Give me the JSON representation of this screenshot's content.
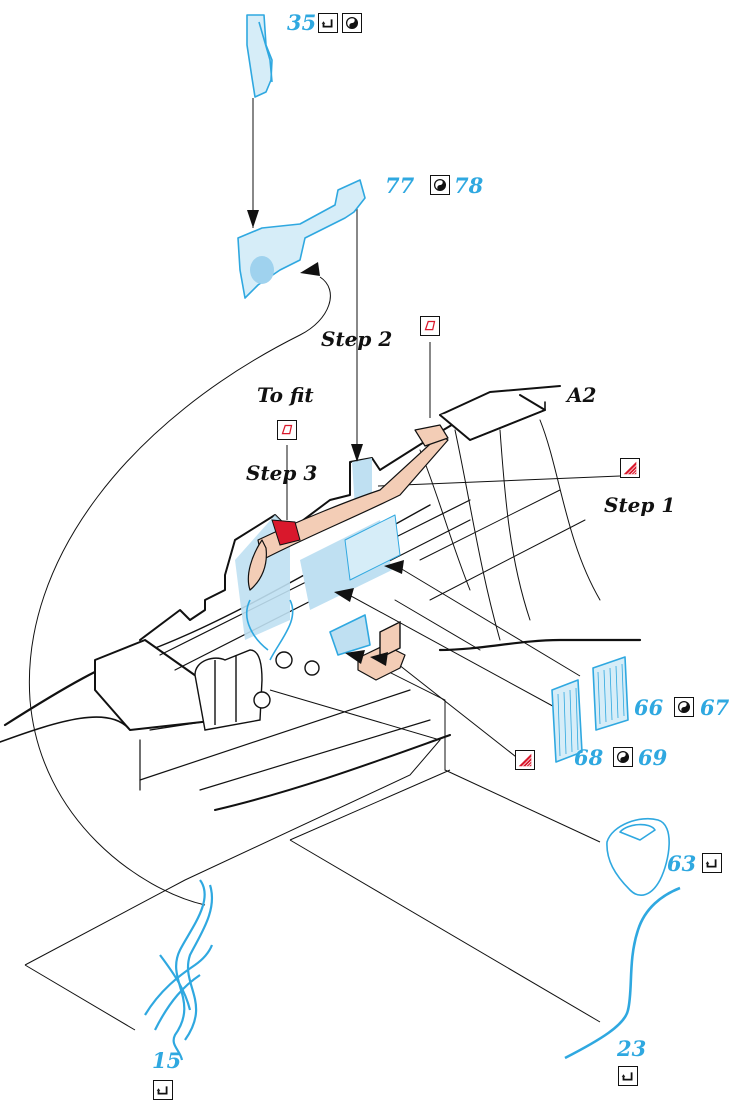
{
  "parts": {
    "p35": "35",
    "p77": "77",
    "p78": "78",
    "p66": "66",
    "p67": "67",
    "p68": "68",
    "p69": "69",
    "p63": "63",
    "p15": "15",
    "p23": "23"
  },
  "labels": {
    "step1": "Step 1",
    "step2": "Step 2",
    "step3": "Step 3",
    "to_fit": "To fit",
    "a2": "A2"
  },
  "icons": {
    "cement": "cement-icon",
    "left_right": "left-right-pair-icon",
    "clear": "clear-part-icon",
    "paint": "paint-swatch-icon"
  },
  "colors": {
    "part_blue": "#2fa8e0",
    "part_fill": "#bfe0f2",
    "flesh": "#f3cdb6",
    "red": "#d9182c",
    "line": "#111111"
  }
}
